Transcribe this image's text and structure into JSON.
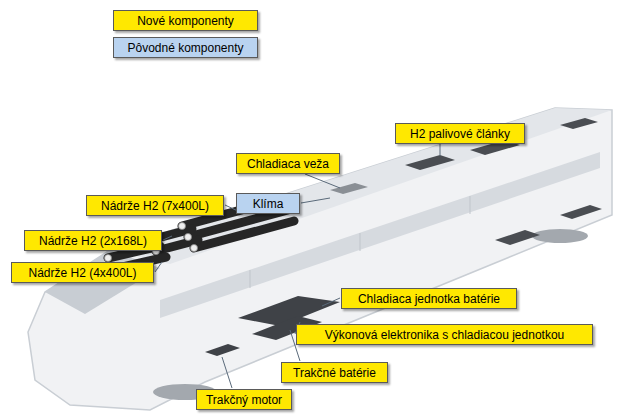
{
  "diagram": {
    "nodes": [
      {
        "text": [
          "H2 palivové články"
        ]
      },
      {
        "text": [
          "Chladiaca veža"
        ]
      },
      {
        "text": [
          "Klíma"
        ]
      },
      {
        "text": [
          "Nádrže H2 (7x400L)"
        ]
      },
      {
        "text": [
          "Nádrže H2 (2x168L)"
        ]
      },
      {
        "text": [
          "Nádrže H2 (4x400L)"
        ]
      },
      {
        "text": [
          "Chladiaca jednotka batérie"
        ]
      },
      {
        "text": [
          "Výkonová elektronika s chladiacou jednotkou"
        ]
      },
      {
        "text": [
          "Trakčné batérie"
        ]
      },
      {
        "text": [
          "Trakčný motor"
        ]
      }
    ],
    "legend": [
      {
        "text": "Nové komponenty",
        "color": "#ffe800"
      },
      {
        "text": "Pôvodné komponenty",
        "color": "#b9d3f0"
      }
    ]
  }
}
